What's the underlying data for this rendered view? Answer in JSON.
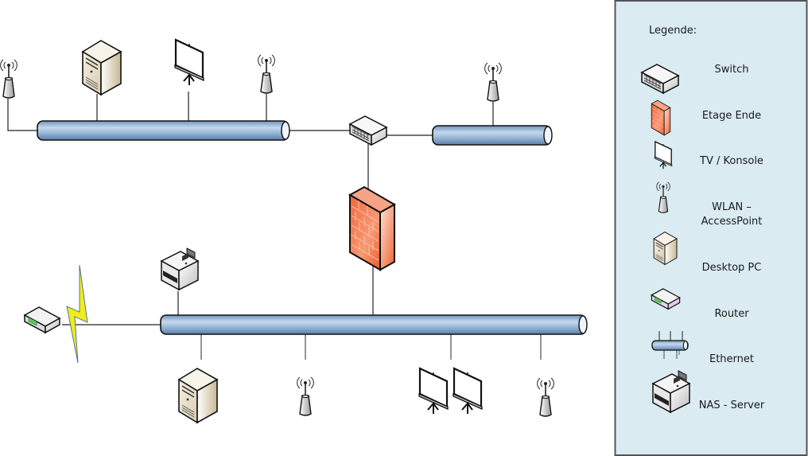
{
  "diagram": {
    "title": "Netzwerkplan",
    "legend": {
      "heading": "Legende:",
      "background": "#daebf2",
      "items": [
        {
          "icon": "switch-icon",
          "label": "Switch"
        },
        {
          "icon": "firewall-icon",
          "label": "Etage Ende"
        },
        {
          "icon": "tv-console-icon",
          "label": "TV / Konsole"
        },
        {
          "icon": "wlan-access-point-icon",
          "label_lines": [
            "WLAN –",
            "AccessPoint"
          ]
        },
        {
          "icon": "desktop-pc-icon",
          "label": "Desktop PC"
        },
        {
          "icon": "router-icon",
          "label": "Router"
        },
        {
          "icon": "ethernet-bus-icon",
          "label": "Ethernet"
        },
        {
          "icon": "nas-server-icon",
          "label": "NAS - Server"
        }
      ]
    },
    "colors": {
      "bus_fill": "#8eb0d3",
      "bus_highlight": "#c8dbee",
      "firewall": "#f26b3a",
      "lightning": "#f5ec1c",
      "legend_border": "#555555"
    },
    "nodes": [
      {
        "id": "wlan-top-left",
        "type": "wlan-access-point",
        "segment": "top-left-bus"
      },
      {
        "id": "pc-top",
        "type": "desktop-pc",
        "segment": "top-left-bus"
      },
      {
        "id": "tv-top",
        "type": "tv-console",
        "segment": "top-left-bus"
      },
      {
        "id": "wlan-top-middle",
        "type": "wlan-access-point",
        "segment": "top-left-bus"
      },
      {
        "id": "switch-main",
        "type": "switch",
        "segment": "core"
      },
      {
        "id": "wlan-top-right",
        "type": "wlan-access-point",
        "segment": "top-right-bus"
      },
      {
        "id": "firewall-main",
        "type": "firewall",
        "segment": "core"
      },
      {
        "id": "router-main",
        "type": "router",
        "segment": "bottom-bus"
      },
      {
        "id": "nas-main",
        "type": "nas-server",
        "segment": "bottom-bus"
      },
      {
        "id": "pc-bottom",
        "type": "desktop-pc",
        "segment": "bottom-bus"
      },
      {
        "id": "wlan-bottom-left",
        "type": "wlan-access-point",
        "segment": "bottom-bus"
      },
      {
        "id": "tv-bottom-1",
        "type": "tv-console",
        "segment": "bottom-bus"
      },
      {
        "id": "tv-bottom-2",
        "type": "tv-console",
        "segment": "bottom-bus"
      },
      {
        "id": "wlan-bottom-right",
        "type": "wlan-access-point",
        "segment": "bottom-bus"
      }
    ],
    "links": [
      [
        "wlan-top-left",
        "top-left-bus"
      ],
      [
        "pc-top",
        "top-left-bus"
      ],
      [
        "tv-top",
        "top-left-bus"
      ],
      [
        "wlan-top-middle",
        "top-left-bus"
      ],
      [
        "top-left-bus",
        "switch-main"
      ],
      [
        "switch-main",
        "top-right-bus"
      ],
      [
        "wlan-top-right",
        "top-right-bus"
      ],
      [
        "switch-main",
        "firewall-main"
      ],
      [
        "firewall-main",
        "bottom-bus"
      ],
      [
        "router-main",
        "bottom-bus"
      ],
      [
        "nas-main",
        "bottom-bus"
      ],
      [
        "pc-bottom",
        "bottom-bus"
      ],
      [
        "wlan-bottom-left",
        "bottom-bus"
      ],
      [
        "tv-bottom-1",
        "bottom-bus"
      ],
      [
        "wlan-bottom-right",
        "bottom-bus"
      ]
    ]
  }
}
